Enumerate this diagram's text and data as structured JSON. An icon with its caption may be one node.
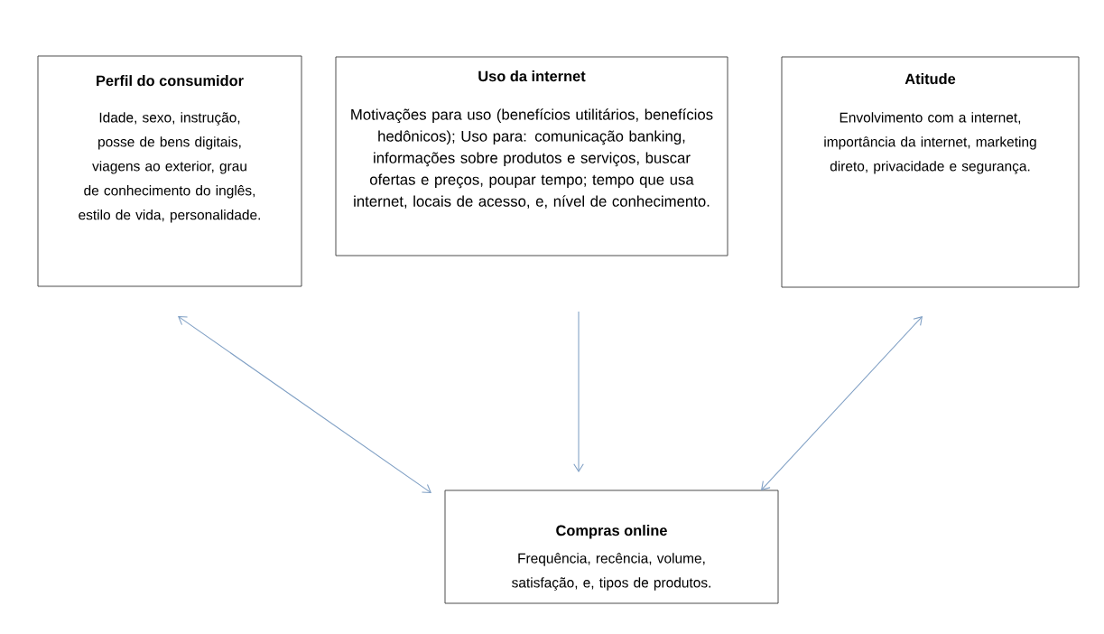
{
  "diagram": {
    "nodes": [
      {
        "text": [
          "Perfil do consumidor",
          "Idade, sexo, instrução, posse de bens digitais, viagens ao exterior, grau de conhecimento do inglês, estilo de vida, personalidade."
        ]
      },
      {
        "text": [
          "Uso da internet",
          "Motivações para uso (benefícios utilitários, benefícios hedônicos); Uso para: comunicação banking, informações sobre produtos e serviços, buscar ofertas e preços, poupar tempo; tempo que usa internet, locais de acesso, e, nível de conhecimento."
        ]
      },
      {
        "text": [
          "Atitude",
          "Envolvimento com a internet, importância da internet, marketing direto, privacidade e segurança."
        ]
      },
      {
        "text": [
          "Compras online",
          "Frequência, recência, volume, satisfação, e, tipos de produtos."
        ]
      }
    ],
    "edges": [
      {
        "from": 0,
        "to": 3,
        "arrow": "both"
      },
      {
        "from": 1,
        "to": 3,
        "arrow": "to"
      },
      {
        "from": 2,
        "to": 3,
        "arrow": "both"
      }
    ]
  }
}
